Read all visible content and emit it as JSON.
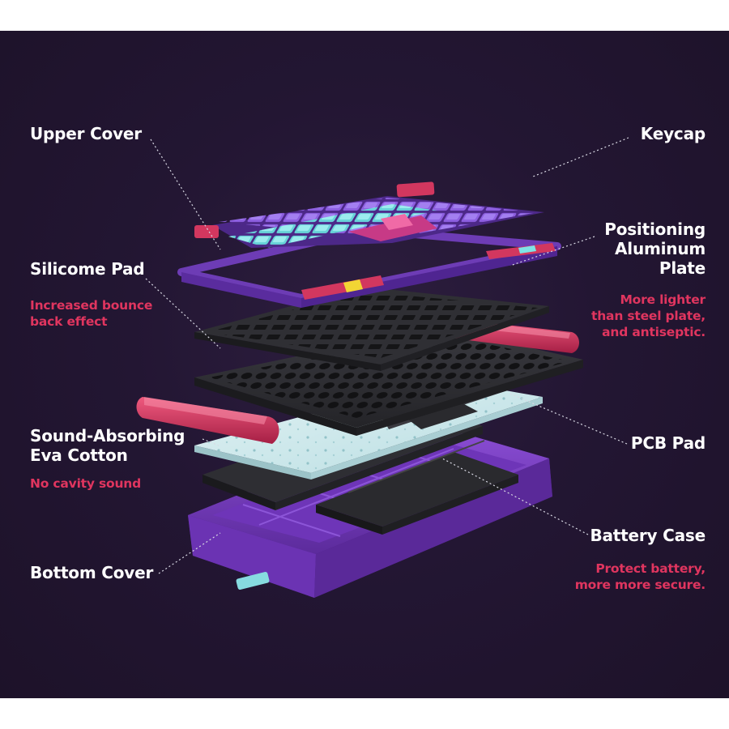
{
  "labels": {
    "upper_cover": "Upper Cover",
    "keycap": "Keycap",
    "silicone_pad": "Silicome Pad",
    "silicone_pad_note": "Increased bounce\nback effect",
    "positioning_plate": "Positioning\nAluminum\nPlate",
    "positioning_plate_note": "More lighter\nthan steel plate,\nand antiseptic.",
    "eva_cotton": "Sound-Absorbing\nEva Cotton",
    "eva_cotton_note": "No cavity sound",
    "pcb_pad": "PCB Pad",
    "battery_case": "Battery Case",
    "battery_case_note": "Protect battery,\nmore more secure.",
    "bottom_cover": "Bottom Cover"
  },
  "colors": {
    "background": "#231633",
    "label_text": "#ffffff",
    "note_text": "#e0355f",
    "keycap_cyan": "#7fe3e6",
    "keycap_purple": "#7d4fc9",
    "accent_pink": "#d2375f",
    "case_purple": "#7b3fc6",
    "plate_dark": "#2b2b30",
    "pcb_white": "#cfe9ec",
    "yellow_stripe": "#f2d534"
  }
}
